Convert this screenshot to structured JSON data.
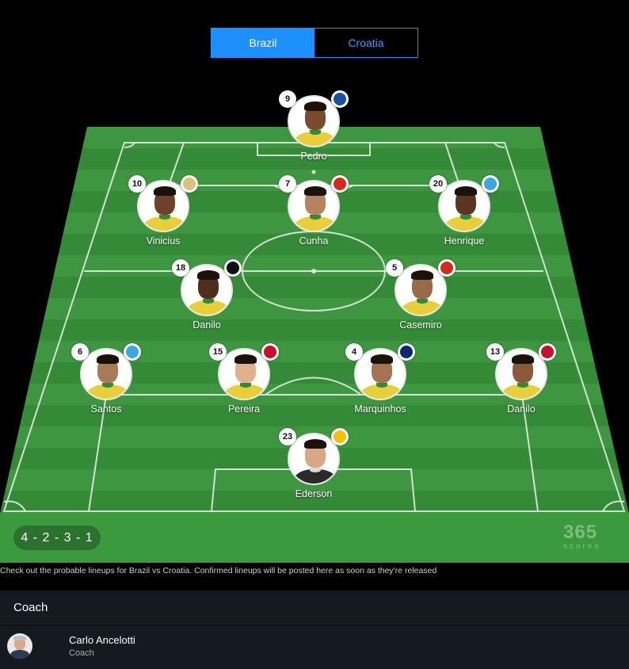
{
  "teams": {
    "home": "Brazil",
    "away": "Croatia",
    "selected": "Brazil"
  },
  "formation": "4 - 2 - 3 - 1",
  "brand": {
    "top": "365",
    "bottom": "scores"
  },
  "players": [
    {
      "number": "9",
      "name": "Pedro",
      "club_icon": "chelsea-crest-icon",
      "club_color": "#1c4fa0",
      "skin": "#7a4a2e",
      "row": "forward"
    },
    {
      "number": "10",
      "name": "Vinicius",
      "club_icon": "real-madrid-crest-icon",
      "club_color": "#d9c27a",
      "skin": "#6e4228",
      "row": "attacking-mid"
    },
    {
      "number": "7",
      "name": "Cunha",
      "club_icon": "man-utd-crest-icon",
      "club_color": "#d42a1e",
      "skin": "#b5835e",
      "row": "attacking-mid"
    },
    {
      "number": "20",
      "name": "Henrique",
      "club_icon": "zenit-crest-icon",
      "club_color": "#3aa8e0",
      "skin": "#5a3620",
      "row": "attacking-mid"
    },
    {
      "number": "18",
      "name": "Danilo",
      "club_icon": "botafogo-crest-icon",
      "club_color": "#111111",
      "skin": "#4e2f1c",
      "row": "defensive-mid"
    },
    {
      "number": "5",
      "name": "Casemiro",
      "club_icon": "man-utd-crest-icon",
      "club_color": "#d42a1e",
      "skin": "#9a6a48",
      "row": "defensive-mid"
    },
    {
      "number": "6",
      "name": "Santos",
      "club_icon": "zenit-crest-icon",
      "club_color": "#3aa8e0",
      "skin": "#a87a56",
      "row": "defence"
    },
    {
      "number": "15",
      "name": "Pereira",
      "club_icon": "flamengo-crest-icon",
      "club_color": "#c8102e",
      "skin": "#e0b08e",
      "row": "defence"
    },
    {
      "number": "4",
      "name": "Marquinhos",
      "club_icon": "psg-crest-icon",
      "club_color": "#0b2a6b",
      "skin": "#a47452",
      "row": "defence"
    },
    {
      "number": "13",
      "name": "Danilo",
      "club_icon": "flamengo-crest-icon",
      "club_color": "#c8102e",
      "skin": "#8a5a3a",
      "row": "defence"
    },
    {
      "number": "23",
      "name": "Ederson",
      "club_icon": "fenerbahce-crest-icon",
      "club_color": "#f2c200",
      "skin": "#d8a884",
      "row": "goalkeeper",
      "goalkeeper": true
    }
  ],
  "note": "Check out the probable lineups for Brazil vs Croatia. Confirmed lineups will be posted here as soon as they're released",
  "coach_section": {
    "title": "Coach",
    "coach": {
      "name": "Carlo Ancelotti",
      "role": "Coach"
    }
  },
  "colors": {
    "accent": "#1e8fff",
    "pitch_light": "#3e9640",
    "pitch_dark": "#358a38",
    "shirt": "#e8cf3a"
  }
}
